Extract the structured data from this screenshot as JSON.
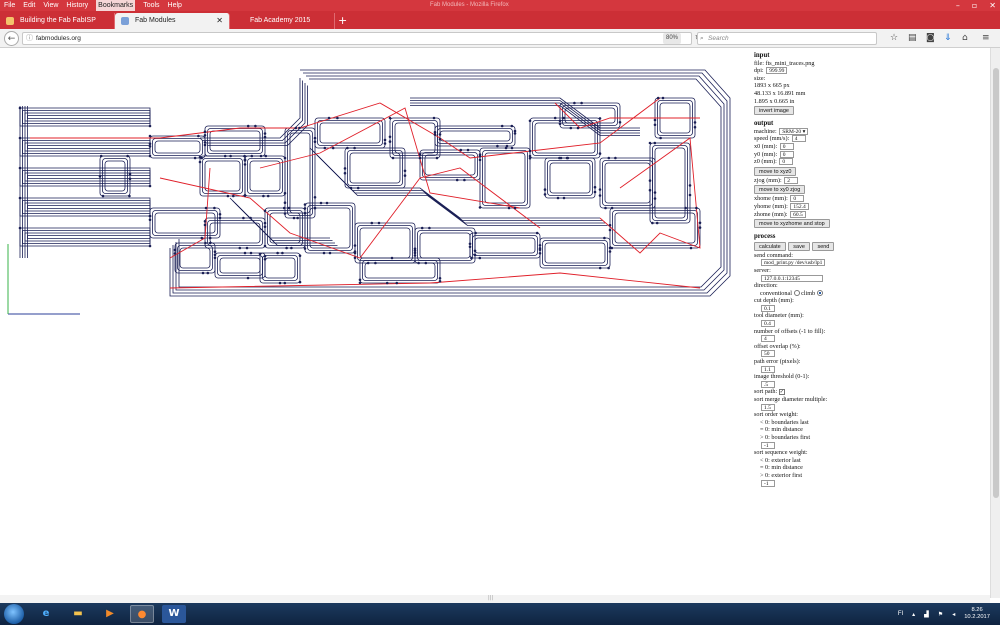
{
  "browser": {
    "menu": [
      "File",
      "Edit",
      "View",
      "History",
      "Bookmarks",
      "Tools",
      "Help"
    ],
    "active_menu": "Bookmarks",
    "window_title": "Fab Modules - Mozilla Firefox",
    "tabs": [
      {
        "label": "Building the Fab FabISP"
      },
      {
        "label": "Fab Modules"
      },
      {
        "label": "Fab Academy 2015"
      }
    ],
    "new_tab": "+",
    "url": "fabmodules.org",
    "zoom": "80%",
    "search_placeholder": "Search"
  },
  "panel": {
    "input_header": "input",
    "file": "file: fts_mini_traces.png",
    "dpi_label": "dpi:",
    "dpi_value": "999.99",
    "size_label": "size:",
    "size_px": "1893 x 665 px",
    "size_mm": "48.133 x 16.891 mm",
    "size_in": "1.895 x 0.665 in",
    "invert_button": "invert image",
    "output_header": "output",
    "machine_label": "machine:",
    "machine_value": "SRM-20",
    "speed_label": "speed (mm/s):",
    "speed_value": "4",
    "x0_label": "x0 (mm):",
    "x0_value": "0",
    "y0_label": "y0 (mm):",
    "y0_value": "0",
    "z0_label": "z0 (mm):",
    "z0_value": "0",
    "move_xyz0": "move to xyz0",
    "zjog_label": "zjog (mm):",
    "zjog_value": "2",
    "move_xyzjog": "move to xy0 zjog",
    "xhome_label": "xhome (mm):",
    "xhome_value": "0",
    "yhome_label": "yhome (mm):",
    "yhome_value": "152.4",
    "zhome_label": "zhome (mm):",
    "zhome_value": "60.5",
    "move_home": "move to xyzhome and stop",
    "process_header": "process",
    "calc_button": "calculate",
    "save_button": "save",
    "send_button": "send",
    "send_cmd_label": "send command:",
    "send_cmd_value": "mod_print.py /dev/usb/lp1",
    "server_label": "server:",
    "server_value": "127.0.0.1:12345",
    "direction_label": "direction:",
    "conventional": "conventional",
    "climb": "climb",
    "cut_depth_label": "cut depth (mm):",
    "cut_depth_value": "0.1",
    "tool_dia_label": "tool diameter (mm):",
    "tool_dia_value": "0.4",
    "offsets_label": "number of offsets (-1 to fill):",
    "offsets_value": "4",
    "overlap_label": "offset overlap (%):",
    "overlap_value": "50",
    "path_error_label": "path error (pixels):",
    "path_error_value": "1.1",
    "threshold_label": "image threshold (0-1):",
    "threshold_value": ".5",
    "sort_path_label": "sort path:",
    "sort_merge_label": "sort merge diameter multiple:",
    "sort_merge_value": "1.5",
    "order_weight_label": "sort order weight:",
    "order_1": "< 0: boundaries last",
    "order_2": "= 0: min distance",
    "order_3": "> 0: boundaries first",
    "order_value": "-1",
    "seq_weight_label": "sort sequence weight:",
    "seq_1": "< 0: exterior last",
    "seq_2": "= 0: min distance",
    "seq_3": "> 0: exterior first",
    "seq_value": "-1"
  },
  "taskbar": {
    "lang": "FI",
    "time": "8.26",
    "date": "10.2.2017"
  },
  "colors": {
    "toolpath": "#1a1f55",
    "rapid": "#e0202a",
    "axis_x": "#2b3f9a",
    "axis_y": "#39b34a",
    "firefox_red": "#d4373e"
  },
  "icons": [
    "info-icon",
    "search-icon",
    "reload-icon",
    "star-icon",
    "library-icon",
    "pocket-icon",
    "download-icon",
    "home-icon",
    "menu-icon",
    "windows-start-icon",
    "ie-icon",
    "explorer-icon",
    "media-icon",
    "firefox-icon",
    "word-icon"
  ]
}
